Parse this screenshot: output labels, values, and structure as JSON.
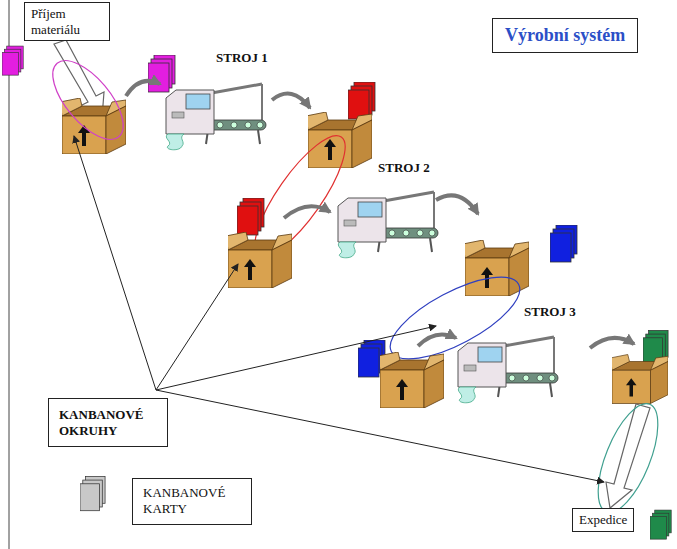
{
  "diagram": {
    "title": "Výrobní systém",
    "nodes": [
      {
        "text": [
          "Příjem materiálu"
        ]
      },
      {
        "text": [
          "KANBANOVÉ OKRUHY"
        ]
      },
      {
        "text": [
          "Expedice"
        ]
      }
    ],
    "labels": [
      "STROJ 1",
      "STROJ 2",
      "STROJ 3"
    ],
    "legend": [
      {
        "text": "KANBANOVÉ KARTY"
      }
    ]
  }
}
